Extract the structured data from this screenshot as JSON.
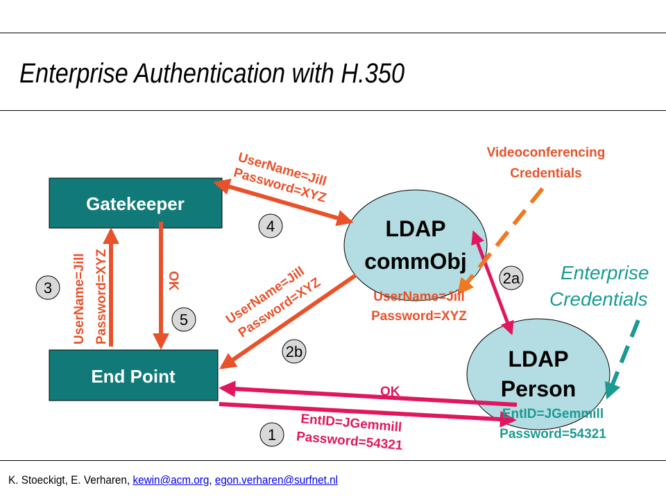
{
  "title": "Enterprise Authentication with H.350",
  "footer": {
    "authors": "K. Stoeckigt, E. Verharen, ",
    "email1": "kewin@acm.org",
    "separator": ", ",
    "email2": "egon.verharen@surfnet.nl"
  },
  "nodes": {
    "gatekeeper": "Gatekeeper",
    "endpoint": "End Point",
    "ldap_commobj": [
      "LDAP",
      "commObj"
    ],
    "ldap_person": [
      "LDAP",
      "Person"
    ]
  },
  "steps": [
    "1",
    "2a",
    "2b",
    "3",
    "4",
    "5"
  ],
  "labels": {
    "step4_creds": [
      "UserName=Jill",
      "Password=XYZ"
    ],
    "step2b_creds": [
      "UserName=Jill",
      "Password=XYZ"
    ],
    "step3_creds": [
      "UserName=Jill",
      "Password=XYZ"
    ],
    "step5_ok": "OK",
    "commobj_creds": [
      "UserName=Jill",
      "Password=XYZ"
    ],
    "videoconf": [
      "Videoconferencing",
      "Credentials"
    ],
    "enterprise": [
      "Enterprise",
      "Credentials"
    ],
    "person_creds": [
      "EntID=JGemmill",
      "Password=54321"
    ],
    "step1_creds": [
      "EntID=JGemmill",
      "Password=54321"
    ],
    "person_ok": "OK"
  },
  "colors": {
    "box_fill": "#117a78",
    "ellipse_fill": "#b3dde2",
    "red": "#e8512a",
    "pink": "#e0175e",
    "teal": "#1a9a92",
    "orange": "#f07820",
    "circle_fill": "#d9d9d9"
  }
}
